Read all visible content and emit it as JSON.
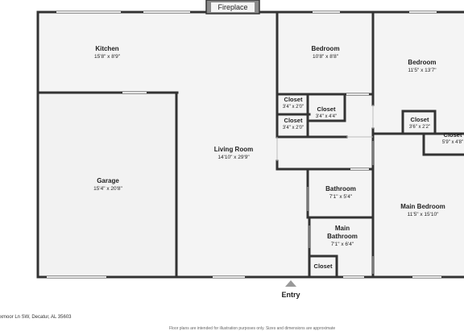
{
  "fireplace": "Fireplace",
  "rooms": {
    "kitchen": {
      "name": "Kitchen",
      "dims": "15'8\" x 8'9\""
    },
    "bedroom1": {
      "name": "Bedroom",
      "dims": "10'8\" x 8'8\""
    },
    "bedroom2": {
      "name": "Bedroom",
      "dims": "11'5\" x 13'7\""
    },
    "closet1": {
      "name": "Closet",
      "dims": "3'4\" x 2'0\""
    },
    "closet2": {
      "name": "Closet",
      "dims": "3'4\" x 2'0\""
    },
    "closet3": {
      "name": "Closet",
      "dims": "3'4\" x 4'4\""
    },
    "closet4": {
      "name": "Closet",
      "dims": "3'6\" x 2'2\""
    },
    "closet5": {
      "name": "Closet",
      "dims": "5'9\" x 4'8\""
    },
    "living": {
      "name": "Living Room",
      "dims": "14'10\" x 29'9\""
    },
    "garage": {
      "name": "Garage",
      "dims": "15'4\" x 20'8\""
    },
    "bathroom": {
      "name": "Bathroom",
      "dims": "7'1\" x 5'4\""
    },
    "main_bedroom": {
      "name": "Main Bedroom",
      "dims": "11'5\" x 15'10\""
    },
    "main_bathroom": {
      "name": "Main Bathroom",
      "dims": "7'1\" x 6'4\""
    },
    "closet6": {
      "name": "Closet"
    }
  },
  "entry": "Entry",
  "address": "xmoor Ln SW, Decatur, AL 35603",
  "disclaimer": "Floor plans are intended for illustration purposes only. Sizes and dimensions are approximate"
}
